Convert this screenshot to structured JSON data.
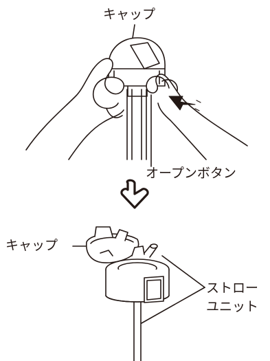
{
  "labels": {
    "cap_top": "キャップ",
    "open_button": "オープンボタン",
    "cap_bottom": "キャップ",
    "straw_unit_line1": "ストロー",
    "straw_unit_line2": "ユニット"
  },
  "colors": {
    "stroke": "#231815",
    "fill_light": "#ffffff",
    "fill_shade": "#d9d9d9"
  },
  "icons": {
    "step_arrow": "down-arrow-outline-icon",
    "press_arrow": "solid-arrow-icon"
  }
}
